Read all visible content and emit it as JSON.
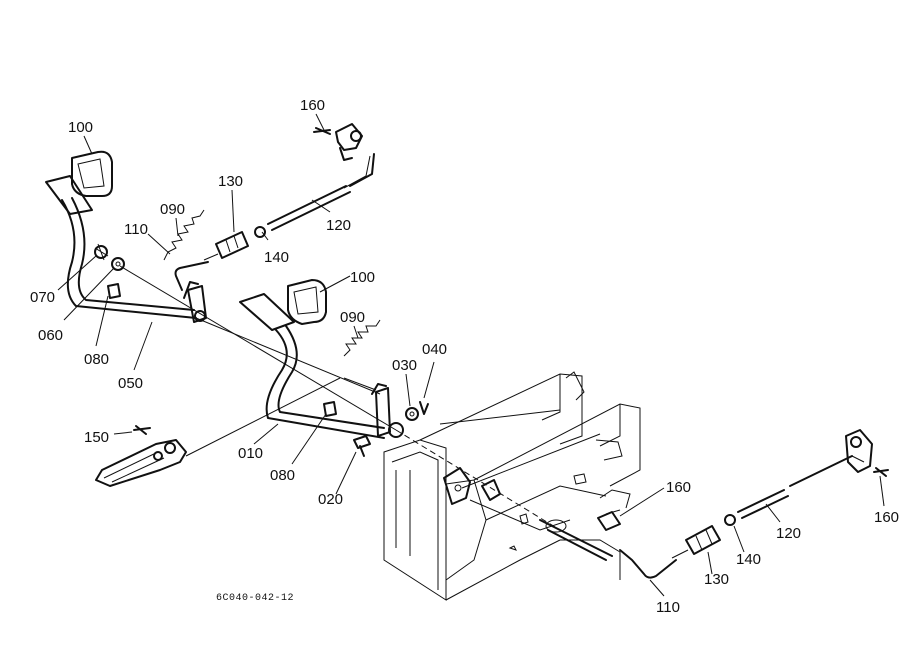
{
  "drawing_code": "6C040-042-12",
  "callouts": [
    {
      "id": "c100a",
      "text": "100"
    },
    {
      "id": "c160a",
      "text": "160"
    },
    {
      "id": "c130a",
      "text": "130"
    },
    {
      "id": "c090a",
      "text": "090"
    },
    {
      "id": "c110a",
      "text": "110"
    },
    {
      "id": "c140a",
      "text": "140"
    },
    {
      "id": "c120a",
      "text": "120"
    },
    {
      "id": "c070",
      "text": "070"
    },
    {
      "id": "c060",
      "text": "060"
    },
    {
      "id": "c080a",
      "text": "080"
    },
    {
      "id": "c050",
      "text": "050"
    },
    {
      "id": "c100b",
      "text": "100"
    },
    {
      "id": "c090b",
      "text": "090"
    },
    {
      "id": "c030",
      "text": "030"
    },
    {
      "id": "c040",
      "text": "040"
    },
    {
      "id": "c150",
      "text": "150"
    },
    {
      "id": "c010",
      "text": "010"
    },
    {
      "id": "c080b",
      "text": "080"
    },
    {
      "id": "c020",
      "text": "020"
    },
    {
      "id": "c160b",
      "text": "160"
    },
    {
      "id": "c120b",
      "text": "120"
    },
    {
      "id": "c160c",
      "text": "160"
    },
    {
      "id": "c140b",
      "text": "140"
    },
    {
      "id": "c130b",
      "text": "130"
    },
    {
      "id": "c110b",
      "text": "110"
    }
  ]
}
